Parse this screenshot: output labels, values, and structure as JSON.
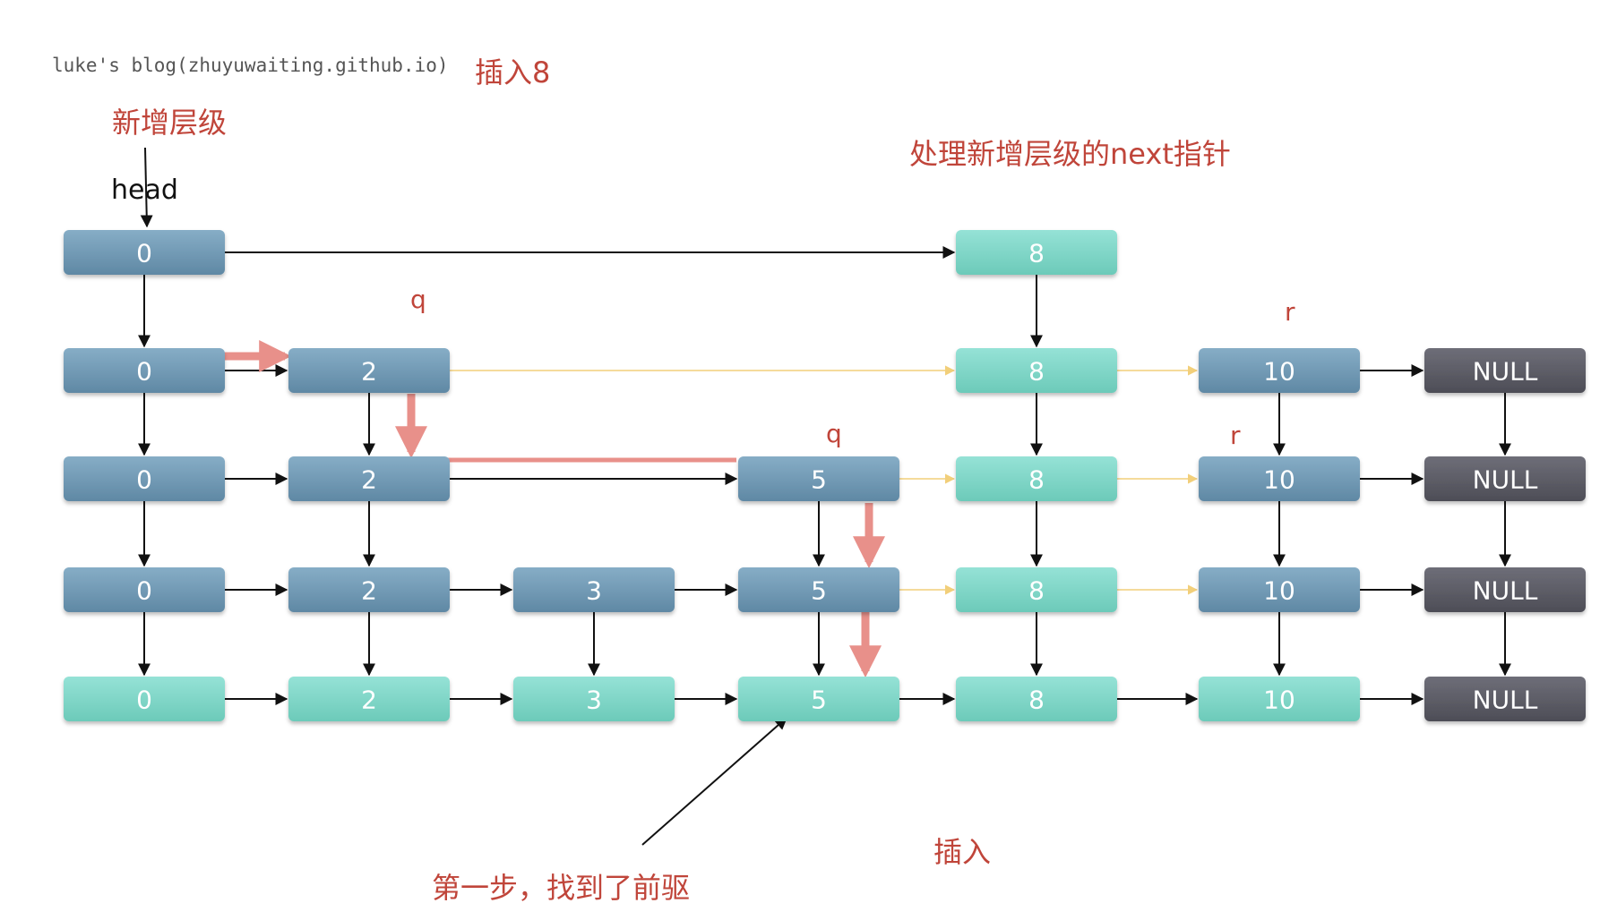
{
  "watermark": "luke's blog(zhuyuwaiting.github.io)",
  "labels": {
    "title": "插入8",
    "new_level": "新增层级",
    "head": "head",
    "process_next": "处理新增层级的next指针",
    "insert": "插入",
    "step_one": "第一步，找到了前驱",
    "q_top": "q",
    "r_top": "r",
    "q_mid": "q",
    "r_mid": "r"
  },
  "colors": {
    "old_node": "#6f98b3",
    "new_node": "#7fd6c8",
    "null_node": "#5e5e68",
    "path_arrow": "#e8908a",
    "new_link": "#f2cf7a",
    "link": "#111111",
    "label_red": "#c0453a"
  },
  "nodes": [
    {
      "id": "l0-h",
      "level": 0,
      "col": "h",
      "text": "0",
      "kind": "old"
    },
    {
      "id": "l0-8",
      "level": 0,
      "col": "8",
      "text": "8",
      "kind": "new"
    },
    {
      "id": "l1-h",
      "level": 1,
      "col": "h",
      "text": "0",
      "kind": "old"
    },
    {
      "id": "l1-2",
      "level": 1,
      "col": "2",
      "text": "2",
      "kind": "old"
    },
    {
      "id": "l1-8",
      "level": 1,
      "col": "8",
      "text": "8",
      "kind": "new"
    },
    {
      "id": "l1-10",
      "level": 1,
      "col": "10",
      "text": "10",
      "kind": "old"
    },
    {
      "id": "l1-n",
      "level": 1,
      "col": "n",
      "text": "NULL",
      "kind": "null"
    },
    {
      "id": "l2-h",
      "level": 2,
      "col": "h",
      "text": "0",
      "kind": "old"
    },
    {
      "id": "l2-2",
      "level": 2,
      "col": "2",
      "text": "2",
      "kind": "old"
    },
    {
      "id": "l2-5",
      "level": 2,
      "col": "5",
      "text": "5",
      "kind": "old"
    },
    {
      "id": "l2-8",
      "level": 2,
      "col": "8",
      "text": "8",
      "kind": "new"
    },
    {
      "id": "l2-10",
      "level": 2,
      "col": "10",
      "text": "10",
      "kind": "old"
    },
    {
      "id": "l2-n",
      "level": 2,
      "col": "n",
      "text": "NULL",
      "kind": "null"
    },
    {
      "id": "l3-h",
      "level": 3,
      "col": "h",
      "text": "0",
      "kind": "old"
    },
    {
      "id": "l3-2",
      "level": 3,
      "col": "2",
      "text": "2",
      "kind": "old"
    },
    {
      "id": "l3-3",
      "level": 3,
      "col": "3",
      "text": "3",
      "kind": "old"
    },
    {
      "id": "l3-5",
      "level": 3,
      "col": "5",
      "text": "5",
      "kind": "old"
    },
    {
      "id": "l3-8",
      "level": 3,
      "col": "8",
      "text": "8",
      "kind": "new"
    },
    {
      "id": "l3-10",
      "level": 3,
      "col": "10",
      "text": "10",
      "kind": "old"
    },
    {
      "id": "l3-n",
      "level": 3,
      "col": "n",
      "text": "NULL",
      "kind": "null"
    },
    {
      "id": "l4-h",
      "level": 4,
      "col": "h",
      "text": "0",
      "kind": "new"
    },
    {
      "id": "l4-2",
      "level": 4,
      "col": "2",
      "text": "2",
      "kind": "new"
    },
    {
      "id": "l4-3",
      "level": 4,
      "col": "3",
      "text": "3",
      "kind": "new"
    },
    {
      "id": "l4-5",
      "level": 4,
      "col": "5",
      "text": "5",
      "kind": "new"
    },
    {
      "id": "l4-8",
      "level": 4,
      "col": "8",
      "text": "8",
      "kind": "new"
    },
    {
      "id": "l4-10",
      "level": 4,
      "col": "10",
      "text": "10",
      "kind": "new"
    },
    {
      "id": "l4-n",
      "level": 4,
      "col": "n",
      "text": "NULL",
      "kind": "null"
    }
  ],
  "links": [
    {
      "from": "l0-h",
      "to": "l0-8",
      "kind": "black"
    },
    {
      "from": "l1-h",
      "to": "l1-2",
      "kind": "black"
    },
    {
      "from": "l1-2",
      "to": "l1-8",
      "kind": "yellow"
    },
    {
      "from": "l1-8",
      "to": "l1-10",
      "kind": "yellow"
    },
    {
      "from": "l1-10",
      "to": "l1-n",
      "kind": "black"
    },
    {
      "from": "l2-h",
      "to": "l2-2",
      "kind": "black"
    },
    {
      "from": "l2-2",
      "to": "l2-5",
      "kind": "black"
    },
    {
      "from": "l2-5",
      "to": "l2-8",
      "kind": "yellow"
    },
    {
      "from": "l2-8",
      "to": "l2-10",
      "kind": "yellow"
    },
    {
      "from": "l2-10",
      "to": "l2-n",
      "kind": "black"
    },
    {
      "from": "l3-h",
      "to": "l3-2",
      "kind": "black"
    },
    {
      "from": "l3-2",
      "to": "l3-3",
      "kind": "black"
    },
    {
      "from": "l3-3",
      "to": "l3-5",
      "kind": "black"
    },
    {
      "from": "l3-5",
      "to": "l3-8",
      "kind": "yellow"
    },
    {
      "from": "l3-8",
      "to": "l3-10",
      "kind": "yellow"
    },
    {
      "from": "l3-10",
      "to": "l3-n",
      "kind": "black"
    },
    {
      "from": "l4-h",
      "to": "l4-2",
      "kind": "black"
    },
    {
      "from": "l4-2",
      "to": "l4-3",
      "kind": "black"
    },
    {
      "from": "l4-3",
      "to": "l4-5",
      "kind": "black"
    },
    {
      "from": "l4-5",
      "to": "l4-8",
      "kind": "black"
    },
    {
      "from": "l4-8",
      "to": "l4-10",
      "kind": "black"
    },
    {
      "from": "l4-10",
      "to": "l4-n",
      "kind": "black"
    }
  ],
  "down_links": [
    {
      "from": "l0-h",
      "to": "l1-h"
    },
    {
      "from": "l1-h",
      "to": "l2-h"
    },
    {
      "from": "l2-h",
      "to": "l3-h"
    },
    {
      "from": "l3-h",
      "to": "l4-h"
    },
    {
      "from": "l1-2",
      "to": "l2-2"
    },
    {
      "from": "l2-2",
      "to": "l3-2"
    },
    {
      "from": "l3-2",
      "to": "l4-2"
    },
    {
      "from": "l3-3",
      "to": "l4-3"
    },
    {
      "from": "l2-5",
      "to": "l3-5"
    },
    {
      "from": "l3-5",
      "to": "l4-5"
    },
    {
      "from": "l0-8",
      "to": "l1-8"
    },
    {
      "from": "l1-8",
      "to": "l2-8"
    },
    {
      "from": "l2-8",
      "to": "l3-8"
    },
    {
      "from": "l3-8",
      "to": "l4-8"
    },
    {
      "from": "l1-10",
      "to": "l2-10"
    },
    {
      "from": "l2-10",
      "to": "l3-10"
    },
    {
      "from": "l3-10",
      "to": "l4-10"
    },
    {
      "from": "l1-n",
      "to": "l2-n"
    },
    {
      "from": "l2-n",
      "to": "l3-n"
    },
    {
      "from": "l3-n",
      "to": "l4-n"
    }
  ]
}
